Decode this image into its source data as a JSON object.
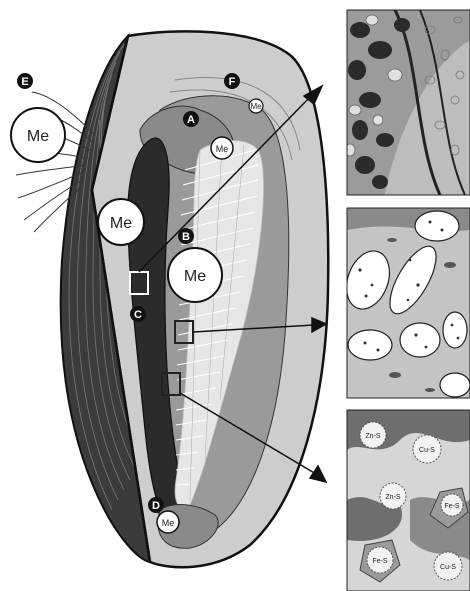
{
  "region_labels": {
    "A": "A",
    "B": "B",
    "C": "C",
    "D": "D",
    "E": "E",
    "F": "F"
  },
  "metal_label": "Me",
  "minerals": [
    "Zn-S",
    "Cu-S",
    "Zn-S",
    "Fe-S",
    "Fe-S",
    "Cu-S"
  ],
  "colors": {
    "outline": "#1a1a1a",
    "shell_dark": "#3a3a3a",
    "tissue_light": "#c8c8c8",
    "tissue_mid": "#8f8f8f",
    "tissue_dark": "#2b2b2b",
    "gill_white": "#f2f2f2",
    "panel_bg": "#cfcfcf"
  }
}
